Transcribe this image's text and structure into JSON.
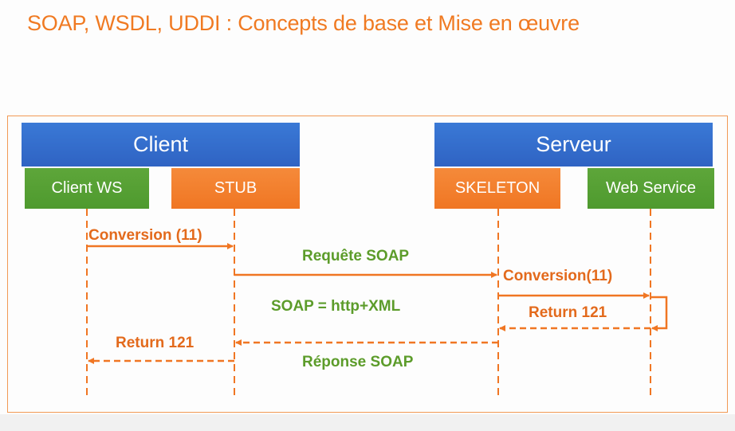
{
  "title": "SOAP, WSDL, UDDI : Concepts de base et Mise en œuvre",
  "groups": {
    "client": "Client",
    "server": "Serveur"
  },
  "actors": {
    "client_ws": "Client WS",
    "stub": "STUB",
    "skeleton": "SKELETON",
    "web_service": "Web Service"
  },
  "messages": {
    "conversion_client": "Conversion (11)",
    "requete": "Requête SOAP",
    "conversion_server": "Conversion(11)",
    "soap_eq": "SOAP = http+XML",
    "return_server": "Return 121",
    "return_client": "Return 121",
    "reponse": "Réponse SOAP"
  },
  "colors": {
    "title": "#f07a22",
    "header_blue": "#2f63c3",
    "actor_green": "#4e9a2e",
    "actor_orange": "#f07623",
    "arrow": "#f07623",
    "label_orange": "#e36a1c",
    "label_green": "#5c9c2a"
  }
}
